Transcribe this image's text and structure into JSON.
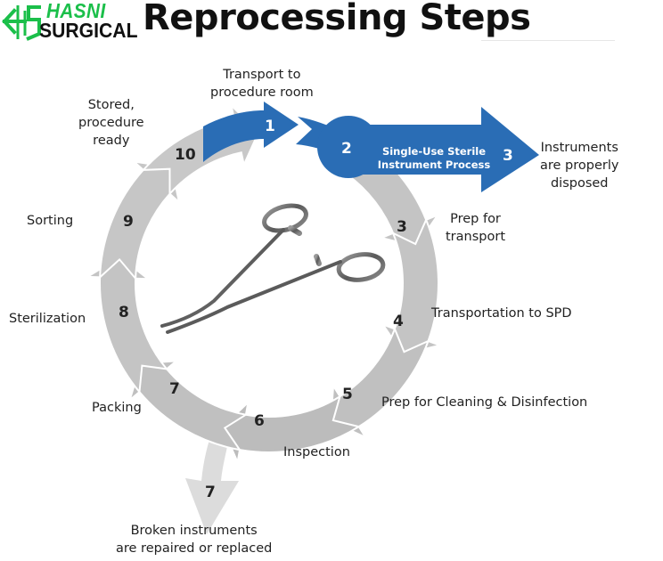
{
  "logo": {
    "icon": "hs-monogram-icon",
    "line1": "HASNI",
    "line2": "SURGICAL",
    "brand_color": "#1bbf4a"
  },
  "title": "Reprocessing Steps",
  "colors": {
    "blue": "#2a6db5",
    "gray": "#c4c4c4",
    "gray_dark": "#b8b8b8",
    "gray_light": "#dcdcdc",
    "text": "#222222"
  },
  "center_image": "surgical-forceps-icon",
  "blue_banner": {
    "line1": "Single-Use Sterile",
    "line2": "Instrument Process"
  },
  "steps": [
    {
      "id": "s1",
      "number": "1",
      "label": "Transport to procedure room",
      "lines": [
        "Transport to",
        "procedure room"
      ],
      "path": "blue"
    },
    {
      "id": "s2",
      "number": "2",
      "label": "Single-Use Sterile Instrument Process",
      "lines": [],
      "path": "blue"
    },
    {
      "id": "s3b",
      "number": "3",
      "label": "Instruments are properly disposed",
      "lines": [
        "Instruments",
        "are properly",
        "disposed"
      ],
      "path": "blue"
    },
    {
      "id": "s3",
      "number": "3",
      "label": "Prep for transport",
      "lines": [
        "Prep for",
        "transport"
      ],
      "path": "gray"
    },
    {
      "id": "s4",
      "number": "4",
      "label": "Transportation to SPD",
      "lines": [
        "Transportation to SPD"
      ],
      "path": "gray"
    },
    {
      "id": "s5",
      "number": "5",
      "label": "Prep for Cleaning & Disinfection",
      "lines": [
        "Prep for Cleaning & Disinfection"
      ],
      "path": "gray"
    },
    {
      "id": "s6",
      "number": "6",
      "label": "Inspection",
      "lines": [
        "Inspection"
      ],
      "path": "gray"
    },
    {
      "id": "s7b",
      "number": "7",
      "label": "Broken instruments are repaired or replaced",
      "lines": [
        "Broken instruments",
        "are repaired or replaced"
      ],
      "path": "light"
    },
    {
      "id": "s7",
      "number": "7",
      "label": "Packing",
      "lines": [
        "Packing"
      ],
      "path": "gray"
    },
    {
      "id": "s8",
      "number": "8",
      "label": "Sterilization",
      "lines": [
        "Sterilization"
      ],
      "path": "gray"
    },
    {
      "id": "s9",
      "number": "9",
      "label": "Sorting",
      "lines": [
        "Sorting"
      ],
      "path": "gray"
    },
    {
      "id": "s10",
      "number": "10",
      "label": "Stored, procedure ready",
      "lines": [
        "Stored,",
        "procedure",
        "ready"
      ],
      "path": "gray"
    }
  ]
}
